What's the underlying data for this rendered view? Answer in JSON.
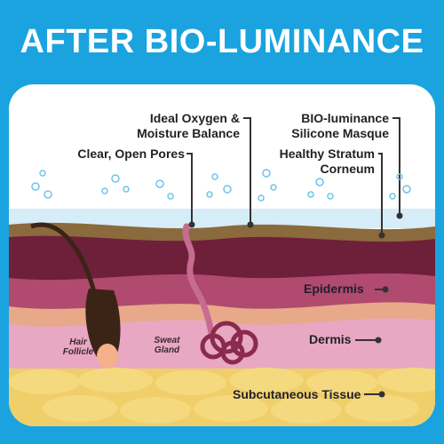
{
  "title": "AFTER BIO-LUMINANCE",
  "labels": {
    "oxygen_line1": "Ideal Oxygen &",
    "oxygen_line2": "Moisture Balance",
    "masque_line1": "BIO-luminance",
    "masque_line2": "Silicone Masque",
    "pores": "Clear, Open Pores",
    "stratum_line1": "Healthy Stratum",
    "stratum_line2": "Corneum",
    "epidermis": "Epidermis",
    "dermis": "Dermis",
    "subcutaneous": "Subcutaneous Tissue",
    "hair_line1": "Hair",
    "hair_line2": "Follicle",
    "sweat_line1": "Sweat",
    "sweat_line2": "Gland"
  },
  "colors": {
    "background": "#1aa3df",
    "panel": "#ffffff",
    "masque": "#d6ecf6",
    "stratum": "#8b6a3e",
    "epidermis_dark": "#6e1f3a",
    "epidermis": "#b04a6e",
    "dermis_top": "#e7a98a",
    "dermis": "#e8a7c2",
    "subcutaneous": "#f0cf6a",
    "hair": "#3b2416",
    "bubble": "#6fc3ea"
  }
}
